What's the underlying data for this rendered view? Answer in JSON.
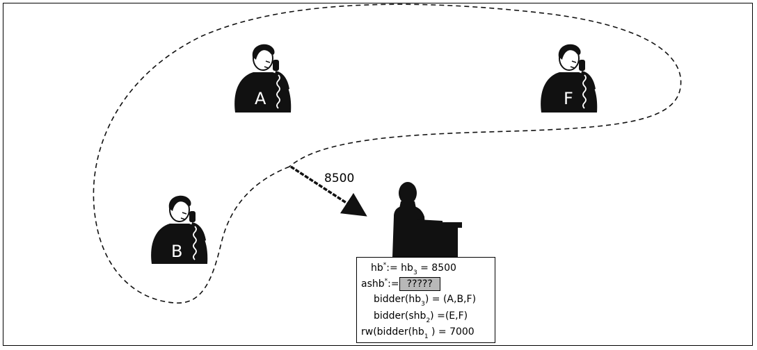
{
  "bidders": [
    {
      "letter": "A"
    },
    {
      "letter": "F"
    },
    {
      "letter": "B"
    }
  ],
  "bid_label": "8500",
  "panel": {
    "l1": {
      "a": "hb",
      "b": "*",
      "c": ":= hb",
      "d": "3",
      "e": " = 8500"
    },
    "l2": {
      "a": "ashb",
      "b": "*",
      "c": ":=",
      "q": "?????"
    },
    "l3": {
      "a": "bidder(hb",
      "d": "3",
      "e": ") = (A,B,F)"
    },
    "l4": {
      "a": "bidder(shb",
      "d": "2",
      "e": ") =(E,F)"
    },
    "l5": {
      "a": "rw(bidder(hb",
      "d": "1",
      "e": " ) = 7000"
    }
  }
}
